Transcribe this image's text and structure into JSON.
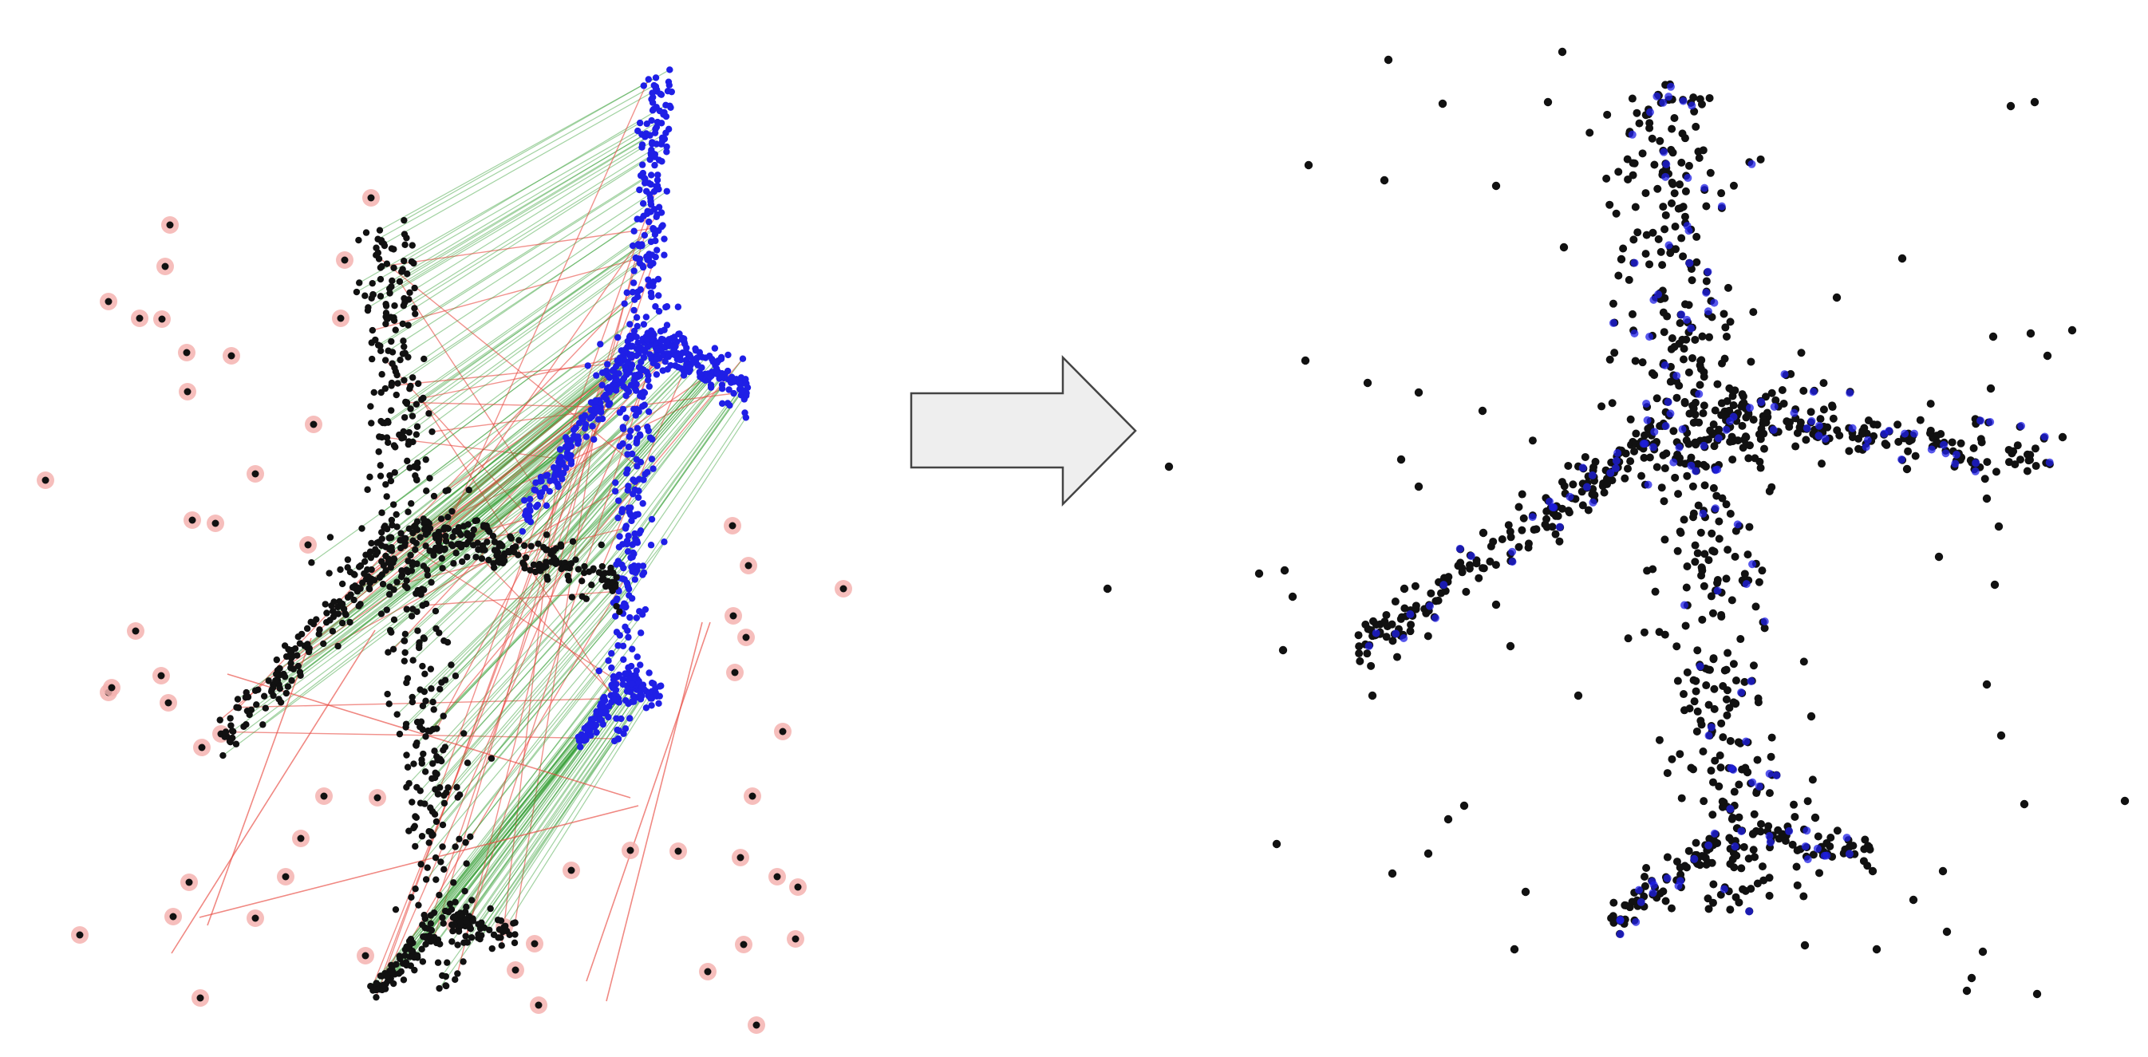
{
  "figure": {
    "description_visible_text": [],
    "panels": [
      {
        "id": "correspondence",
        "content": "point-cloud-correspondences"
      },
      {
        "id": "registered",
        "content": "aligned-point-clouds"
      }
    ],
    "arrow": {
      "direction": "right"
    }
  },
  "colors": {
    "background": "#ffffff",
    "source_points": "#111111",
    "target_points": "#1f1fe6",
    "inlier_lines": "#2e9b2e",
    "outlier_lines": "#e8483f",
    "outlier_halo": "#f4b3b0",
    "arrow_fill": "#eeeeee",
    "arrow_stroke": "#444444"
  },
  "icons": {
    "arrow": "right-arrow-icon"
  }
}
